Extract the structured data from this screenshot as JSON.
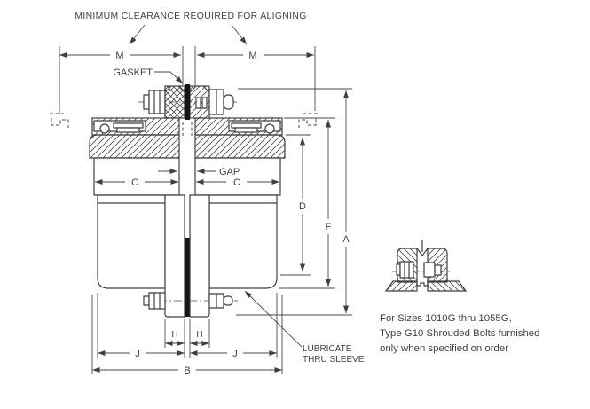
{
  "title": "MINIMUM CLEARANCE REQUIRED FOR ALIGNING",
  "callouts": {
    "gasket": "GASKET",
    "gap": "GAP",
    "lubricate_line1": "LUBRICATE",
    "lubricate_line2": "THRU SLEEVE"
  },
  "dimensions": {
    "m_left": "M",
    "m_right": "M",
    "c_left": "C",
    "c_right": "C",
    "d": "D",
    "f": "F",
    "a": "A",
    "h_left": "H",
    "h_right": "H",
    "j_left": "J",
    "j_right": "J",
    "b": "B"
  },
  "detail_note": {
    "line1": "For Sizes 1010G thru 1055G,",
    "line2": "Type G10 Shrouded Bolts furnished",
    "line3": "only when specified on order"
  },
  "colors": {
    "line": "#3f3f3f",
    "text": "#3f3f3f",
    "gasket": "#161616",
    "background": "#ffffff"
  }
}
